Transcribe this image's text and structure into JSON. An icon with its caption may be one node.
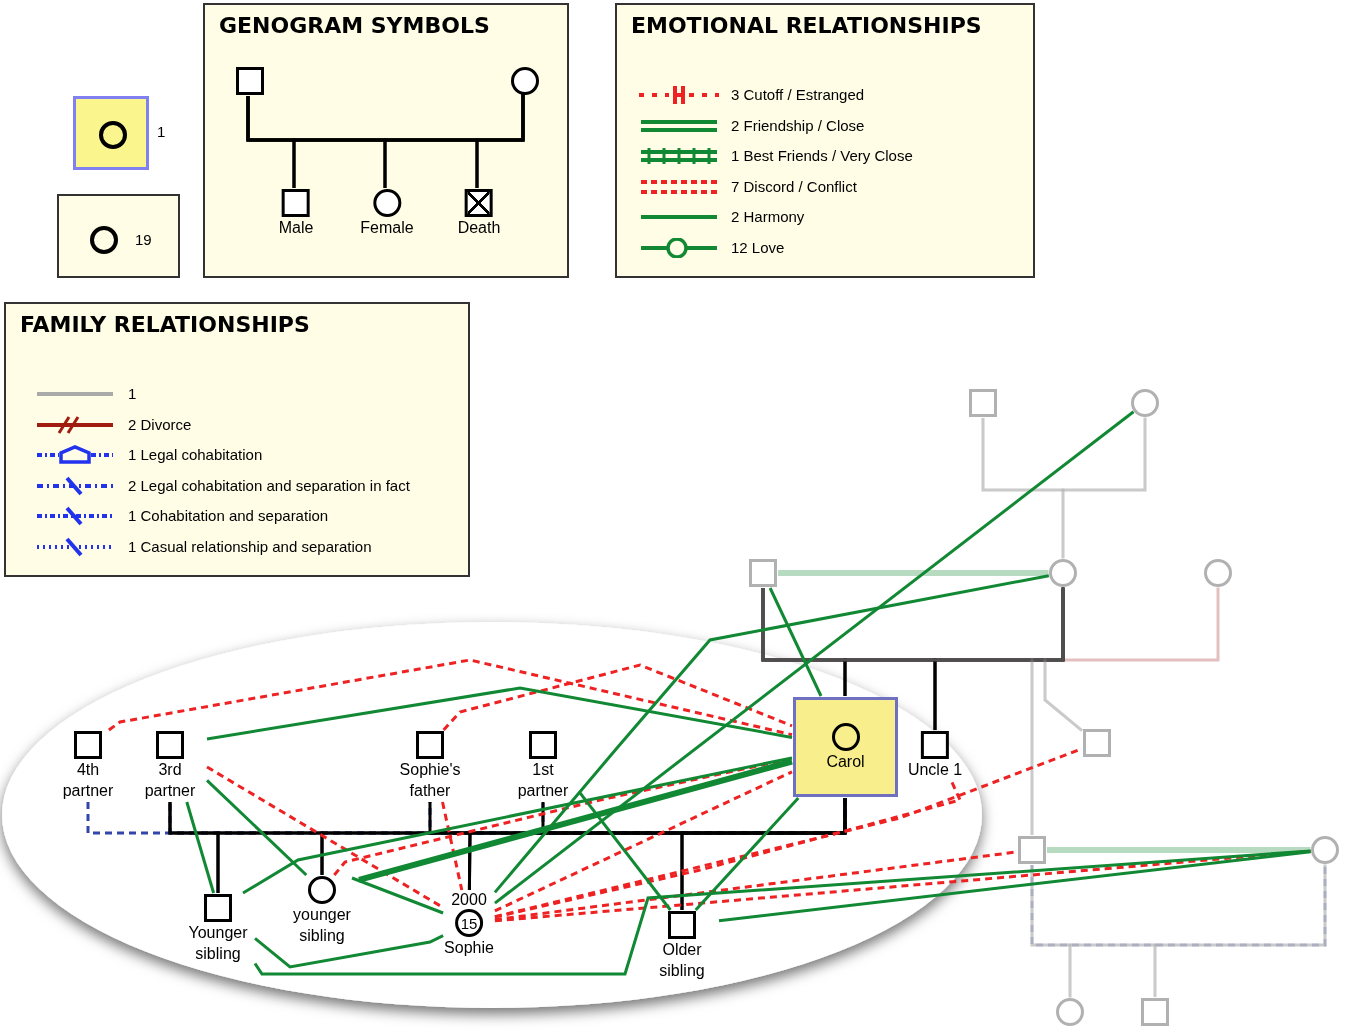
{
  "diagram": {
    "nodes": [
      {
        "text": [
          "GENOGRAM SYMBOLS"
        ]
      },
      {
        "text": [],
        "shape": "box",
        "in": 0
      },
      {
        "text": [],
        "shape": "circle",
        "in": 0
      },
      {
        "text": [
          "Male"
        ],
        "in": 0
      },
      {
        "text": [
          "Female"
        ],
        "in": 0
      },
      {
        "text": [
          "Death"
        ],
        "in": 0
      },
      {
        "text": [
          "4th partner"
        ]
      },
      {
        "text": [
          "3rd partner"
        ]
      },
      {
        "text": [
          "Sophie's father"
        ]
      },
      {
        "text": [
          "1st partner"
        ]
      },
      {
        "text": [
          "Carol"
        ]
      },
      {
        "text": [
          "Uncle 1"
        ]
      },
      {
        "text": [
          "Younger sibling"
        ]
      },
      {
        "text": [
          "younger sibling"
        ]
      },
      {
        "text": [
          "15",
          "Sophie"
        ],
        "beside": [
          "2000"
        ]
      },
      {
        "text": [
          "Older sibling"
        ]
      },
      {
        "text": [],
        "shape": "box"
      },
      {
        "text": [],
        "shape": "circle"
      },
      {
        "text": [],
        "shape": "box"
      },
      {
        "text": [],
        "shape": "circle"
      },
      {
        "text": [],
        "shape": "circle"
      },
      {
        "text": [],
        "shape": "box"
      },
      {
        "text": [],
        "shape": "box"
      },
      {
        "text": [],
        "shape": "circle"
      },
      {
        "text": [],
        "shape": "circle"
      },
      {
        "text": [],
        "shape": "box"
      }
    ],
    "edges": [
      {
        "from": 1,
        "to": 2,
        "arrow": "none"
      },
      {
        "from": 1,
        "to": 3,
        "arrow": "none"
      },
      {
        "from": 1,
        "to": 4,
        "arrow": "none"
      },
      {
        "from": 1,
        "to": 5,
        "arrow": "none"
      },
      {
        "from": 2,
        "to": 3,
        "arrow": "none"
      },
      {
        "from": 2,
        "to": 4,
        "arrow": "none"
      },
      {
        "from": 2,
        "to": 5,
        "arrow": "none"
      },
      {
        "from": 10,
        "to": 6,
        "arrow": "none",
        "style": "dashed",
        "color": "#3344aa"
      },
      {
        "from": 10,
        "to": 7,
        "arrow": "none",
        "style": "dashed",
        "color": "#3344aa"
      },
      {
        "from": 10,
        "to": 8,
        "arrow": "none",
        "style": "dashed",
        "color": "#3344aa"
      },
      {
        "from": 10,
        "to": 9,
        "arrow": "none",
        "style": "dashed",
        "color": "#3344aa"
      },
      {
        "from": 7,
        "to": 12,
        "arrow": "none"
      },
      {
        "from": 10,
        "to": 12,
        "arrow": "none"
      },
      {
        "from": 7,
        "to": 13,
        "arrow": "none"
      },
      {
        "from": 10,
        "to": 13,
        "arrow": "none"
      },
      {
        "from": 8,
        "to": 14,
        "arrow": "none"
      },
      {
        "from": 10,
        "to": 14,
        "arrow": "none"
      },
      {
        "from": 9,
        "to": 15,
        "arrow": "none"
      },
      {
        "from": 10,
        "to": 15,
        "arrow": "none"
      },
      {
        "from": 16,
        "to": 17,
        "arrow": "none",
        "color": "#999999"
      },
      {
        "from": 16,
        "to": 19,
        "arrow": "none",
        "color": "#999999"
      },
      {
        "from": 17,
        "to": 19,
        "arrow": "none",
        "color": "#999999"
      },
      {
        "from": 18,
        "to": 19,
        "arrow": "none",
        "color": "#a52a2a"
      },
      {
        "from": 19,
        "to": 20,
        "arrow": "none",
        "color": "#a52a2a"
      },
      {
        "from": 18,
        "to": 10,
        "arrow": "none"
      },
      {
        "from": 19,
        "to": 10,
        "arrow": "none"
      },
      {
        "from": 18,
        "to": 11,
        "arrow": "none"
      },
      {
        "from": 19,
        "to": 11,
        "arrow": "none"
      },
      {
        "from": 18,
        "to": 21,
        "arrow": "none",
        "color": "#999999"
      },
      {
        "from": 19,
        "to": 21,
        "arrow": "none",
        "color": "#999999"
      },
      {
        "from": 18,
        "to": 22,
        "arrow": "none",
        "color": "#999999"
      },
      {
        "from": 19,
        "to": 22,
        "arrow": "none",
        "color": "#999999"
      },
      {
        "from": 22,
        "to": 23,
        "arrow": "none",
        "style": "dashed",
        "color": "#3344aa"
      },
      {
        "from": 22,
        "to": 24,
        "arrow": "none",
        "color": "#999999"
      },
      {
        "from": 23,
        "to": 24,
        "arrow": "none",
        "color": "#999999"
      },
      {
        "from": 22,
        "to": 25,
        "arrow": "none",
        "color": "#999999"
      },
      {
        "from": 23,
        "to": 25,
        "arrow": "none",
        "color": "#999999"
      },
      {
        "from": 6,
        "to": 10,
        "arrow": "none",
        "style": "dashed",
        "color": "#ee2222"
      },
      {
        "from": 7,
        "to": 14,
        "arrow": "none",
        "style": "dashed",
        "color": "#ee2222"
      },
      {
        "from": 8,
        "to": 14,
        "arrow": "none",
        "style": "dashed",
        "color": "#ee2222"
      },
      {
        "from": 8,
        "to": 10,
        "arrow": "none",
        "style": "dashed",
        "color": "#ee2222"
      },
      {
        "from": 14,
        "to": 10,
        "arrow": "none",
        "style": "dashed",
        "color": "#ee2222"
      },
      {
        "from": 14,
        "to": 11,
        "arrow": "none",
        "style": "dashed",
        "color": "#ee2222"
      },
      {
        "from": 14,
        "to": 21,
        "arrow": "none",
        "style": "dashed",
        "color": "#ee2222"
      },
      {
        "from": 14,
        "to": 22,
        "arrow": "none",
        "style": "dashed",
        "color": "#ee2222"
      },
      {
        "from": 14,
        "to": 23,
        "arrow": "none",
        "style": "dashed",
        "color": "#ee2222"
      },
      {
        "from": 13,
        "to": 10,
        "arrow": "none",
        "style": "dashed",
        "color": "#ee2222"
      },
      {
        "from": 7,
        "to": 10,
        "arrow": "none",
        "color": "#118833"
      },
      {
        "from": 7,
        "to": 12,
        "arrow": "none",
        "color": "#118833"
      },
      {
        "from": 7,
        "to": 13,
        "arrow": "none",
        "color": "#118833"
      },
      {
        "from": 13,
        "to": 14,
        "arrow": "none",
        "color": "#118833"
      },
      {
        "from": 12,
        "to": 14,
        "arrow": "none",
        "color": "#118833"
      },
      {
        "from": 13,
        "to": 10,
        "arrow": "none",
        "style": "thick",
        "color": "#118833"
      },
      {
        "from": 12,
        "to": 10,
        "arrow": "none",
        "color": "#118833"
      },
      {
        "from": 15,
        "to": 10,
        "arrow": "none",
        "color": "#118833"
      },
      {
        "from": 9,
        "to": 15,
        "arrow": "none",
        "color": "#118833"
      },
      {
        "from": 14,
        "to": 19,
        "arrow": "none",
        "color": "#118833"
      },
      {
        "from": 10,
        "to": 18,
        "arrow": "none",
        "color": "#118833"
      },
      {
        "from": 15,
        "to": 23,
        "arrow": "none",
        "color": "#118833"
      },
      {
        "from": 12,
        "to": 23,
        "arrow": "none",
        "color": "#118833"
      },
      {
        "from": 18,
        "to": 19,
        "arrow": "none",
        "style": "thick",
        "color": "#118833"
      },
      {
        "from": 17,
        "to": 14,
        "arrow": "none",
        "color": "#118833"
      },
      {
        "from": 22,
        "to": 23,
        "arrow": "none",
        "style": "thick",
        "color": "#118833"
      }
    ],
    "labels": [
      "EMOTIONAL RELATIONSHIPS",
      "FAMILY RELATIONSHIPS"
    ],
    "legend": [
      {
        "text": "1"
      },
      {
        "text": "19"
      },
      {
        "text": "3 Cutoff / Estranged"
      },
      {
        "text": "2 Friendship / Close"
      },
      {
        "text": "1 Best Friends / Very Close"
      },
      {
        "text": "7 Discord / Conflict"
      },
      {
        "text": "2 Harmony"
      },
      {
        "text": "12 Love"
      },
      {
        "text": "1"
      },
      {
        "text": "2 Divorce"
      },
      {
        "text": "1 Legal cohabitation"
      },
      {
        "text": "2 Legal cohabitation and separation in fact"
      },
      {
        "text": "1 Cohabitation and separation"
      },
      {
        "text": "1 Casual relationship and separation"
      }
    ]
  }
}
